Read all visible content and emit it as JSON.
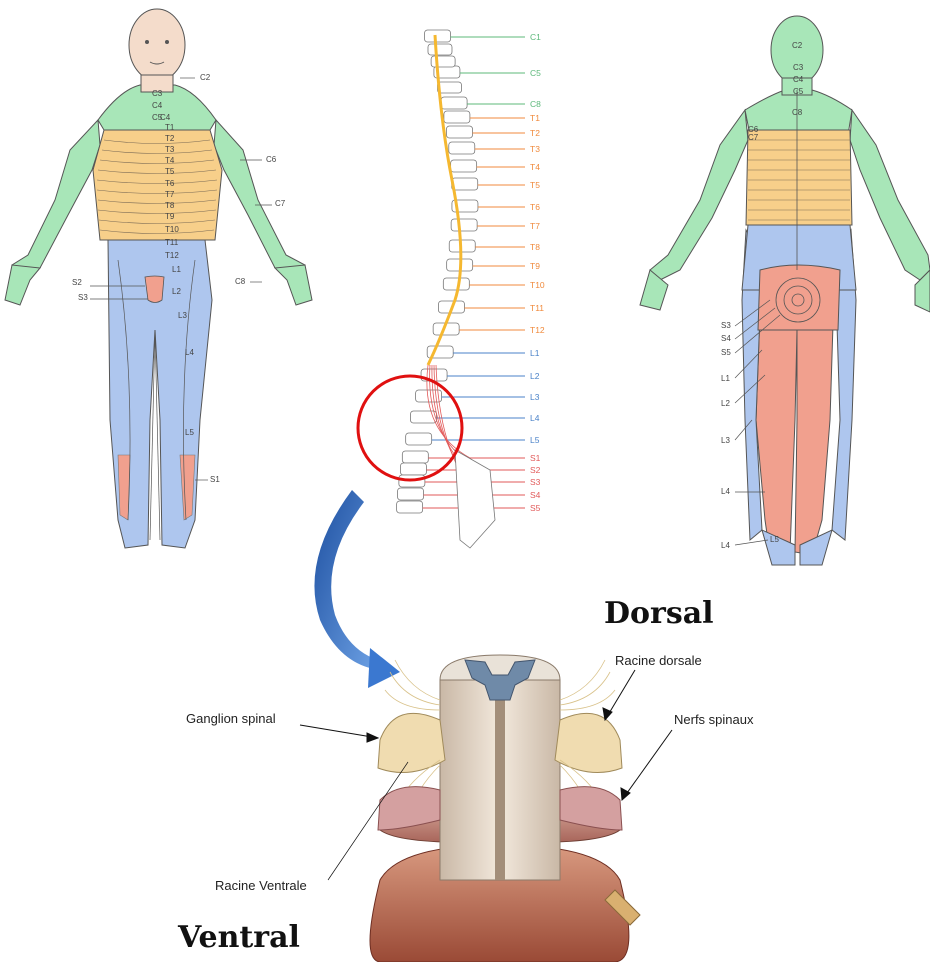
{
  "front_labels": [
    "C2",
    "C3",
    "C4",
    "C5",
    "C4",
    "T1",
    "T2",
    "T3",
    "T4",
    "T5",
    "T6",
    "T7",
    "T8",
    "T9",
    "T10",
    "T11",
    "T12",
    "L1",
    "L2",
    "L3",
    "L4",
    "L5",
    "S1",
    "S2",
    "S3",
    "C6",
    "C7",
    "C8"
  ],
  "back_labels": [
    "C2",
    "C3",
    "C4",
    "C5",
    "C6",
    "C7",
    "C8",
    "S3",
    "S4",
    "S5",
    "L1",
    "L2",
    "L3",
    "L4",
    "L4",
    "L5"
  ],
  "spine_levels": [
    {
      "label": "C1",
      "group": "cervical"
    },
    {
      "label": "C5",
      "group": "cervical"
    },
    {
      "label": "C8",
      "group": "cervical"
    },
    {
      "label": "T1",
      "group": "thoracic"
    },
    {
      "label": "T2",
      "group": "thoracic"
    },
    {
      "label": "T3",
      "group": "thoracic"
    },
    {
      "label": "T4",
      "group": "thoracic"
    },
    {
      "label": "T5",
      "group": "thoracic"
    },
    {
      "label": "T6",
      "group": "thoracic"
    },
    {
      "label": "T7",
      "group": "thoracic"
    },
    {
      "label": "T8",
      "group": "thoracic"
    },
    {
      "label": "T9",
      "group": "thoracic"
    },
    {
      "label": "T10",
      "group": "thoracic"
    },
    {
      "label": "T11",
      "group": "thoracic"
    },
    {
      "label": "T12",
      "group": "thoracic"
    },
    {
      "label": "L1",
      "group": "lumbar"
    },
    {
      "label": "L2",
      "group": "lumbar"
    },
    {
      "label": "L3",
      "group": "lumbar"
    },
    {
      "label": "L4",
      "group": "lumbar"
    },
    {
      "label": "L5",
      "group": "lumbar"
    },
    {
      "label": "S1",
      "group": "sacral"
    },
    {
      "label": "S2",
      "group": "sacral"
    },
    {
      "label": "S3",
      "group": "sacral"
    },
    {
      "label": "S4",
      "group": "sacral"
    },
    {
      "label": "S5",
      "group": "sacral"
    }
  ],
  "colors": {
    "cervical": "#a8e6b8",
    "thoracic": "#f7cf8a",
    "lumbar": "#aec6ee",
    "sacral": "#f1a08e",
    "cervical_line": "#5cb87a",
    "thoracic_line": "#f08a3c",
    "lumbar_line": "#4a82c8",
    "sacral_line": "#e25a5a",
    "cord": "#f5b830",
    "highlight_circle": "#e01010",
    "arrow": "#2f6cc0"
  },
  "titles": {
    "dorsal": "Dorsal",
    "ventral": "Ventral"
  },
  "annotations": {
    "racine_dorsale": "Racine dorsale",
    "nerfs_spinaux": "Nerfs spinaux",
    "ganglion_spinal": "Ganglion spinal",
    "racine_ventrale": "Racine Ventrale"
  }
}
